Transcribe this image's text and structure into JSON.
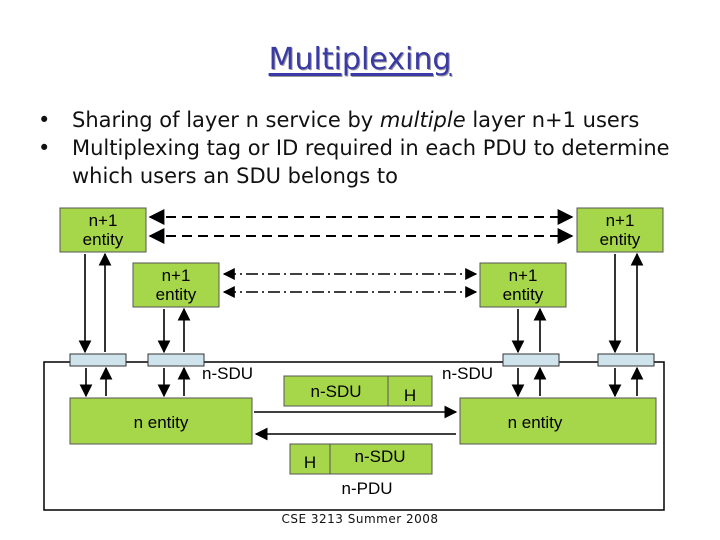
{
  "title": "Multiplexing",
  "bullets": [
    {
      "prefix": "Sharing of layer n service by ",
      "emphasis": "multiple",
      "suffix": " layer n+1 users"
    },
    {
      "text": "Multiplexing tag or ID required in each PDU to determine which users an SDU belongs to"
    }
  ],
  "diagram": {
    "entity_top_left": [
      "n+1",
      "entity"
    ],
    "entity_top_right": [
      "n+1",
      "entity"
    ],
    "entity_mid_left": [
      "n+1",
      "entity"
    ],
    "entity_mid_right": [
      "n+1",
      "entity"
    ],
    "sdu_left": "n-SDU",
    "sdu_right": "n-SDU",
    "pdu_upper_sdu": "n-SDU",
    "pdu_upper_header": "H",
    "n_entity_left": "n entity",
    "n_entity_right": "n entity",
    "pdu_lower_header": "H",
    "pdu_lower_sdu": "n-SDU",
    "pdu_label": "n-PDU",
    "colors": {
      "entity_fill": "#a6d64a",
      "sap_fill": "#cfe3ec",
      "title": "#3a3aa6"
    }
  },
  "footer": "CSE 3213 Summer 2008"
}
